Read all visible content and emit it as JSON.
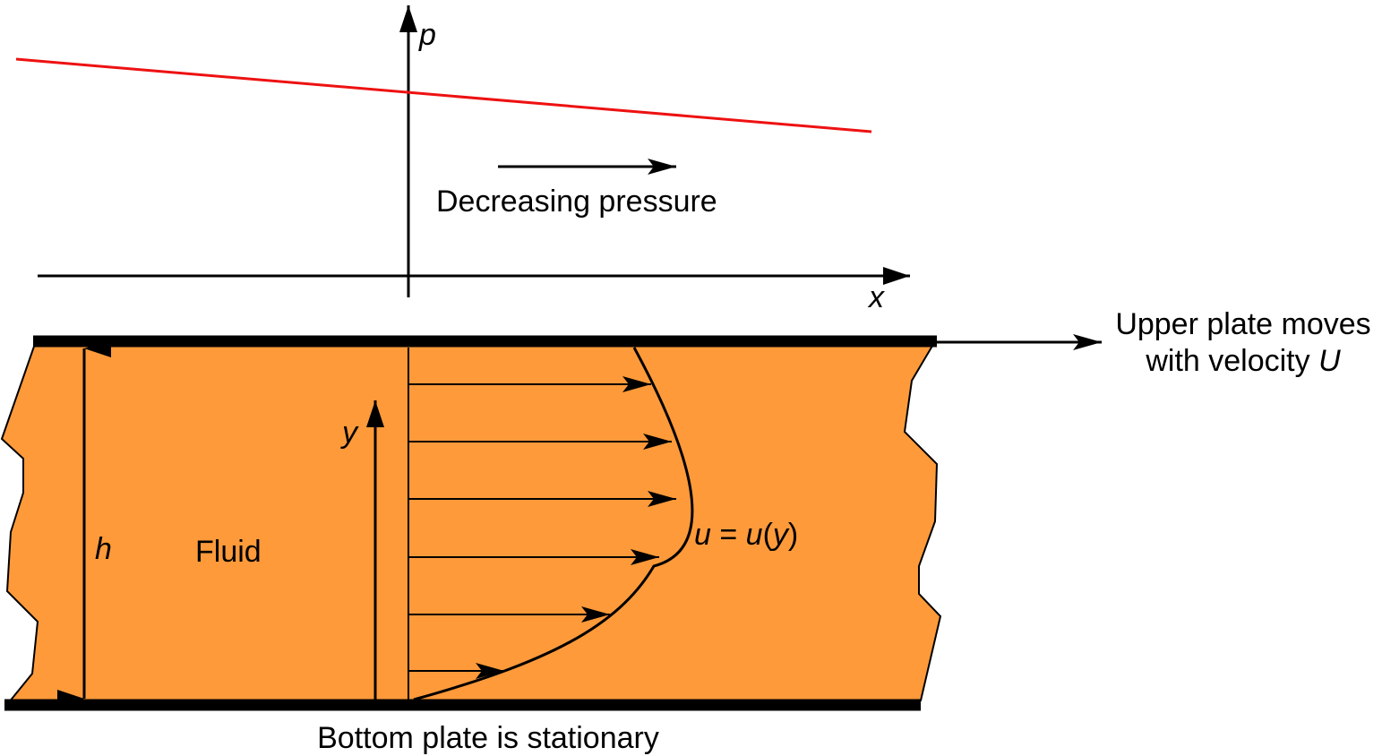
{
  "axes": {
    "pressure_axis_label": "p",
    "position_axis_label": "x"
  },
  "annotations": {
    "decreasing_pressure": "Decreasing pressure",
    "upper_plate_line1": "Upper plate moves",
    "upper_plate_line2_prefix": "with velocity ",
    "upper_plate_velocity_symbol": "U",
    "bottom_plate": "Bottom plate is stationary",
    "fluid": "Fluid",
    "height_symbol": "h",
    "y_axis_label": "y",
    "profile_u": "u",
    "profile_equals": " = ",
    "profile_u2": "u",
    "profile_open": "(",
    "profile_y": "y",
    "profile_close": ")"
  },
  "colors": {
    "fluid": "#FF9A3A",
    "pressure_line": "#EE1111",
    "lines": "#000000"
  }
}
